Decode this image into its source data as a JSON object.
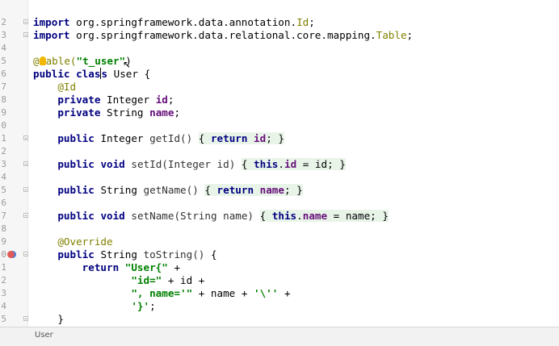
{
  "editor": {
    "line_numbers": [
      "2",
      "3",
      "4",
      "5",
      "6",
      "7",
      "8",
      "9",
      "0",
      "1",
      "2",
      "3",
      "4",
      "5",
      "6",
      "7",
      "8",
      "9",
      "0",
      "1",
      "2",
      "3",
      "4",
      "5",
      "6"
    ],
    "import1": {
      "kw": "import",
      "path": "org.springframework.data.annotation.",
      "last": "Id"
    },
    "import2": {
      "kw": "import",
      "path": "org.springframework.data.relational.core.mapping.",
      "last": "Table"
    },
    "table_anno": {
      "at": "@",
      "rest": "able(",
      "value": "\"t_user\"",
      "close": ")"
    },
    "class_decl": {
      "kw1": "public",
      "kw2": "clas",
      "kw2b": "s",
      "name": "User",
      "brace": "{"
    },
    "id_anno": "@Id",
    "field_id": {
      "kw": "private",
      "type": "Integer",
      "name": "id"
    },
    "field_name": {
      "kw": "private",
      "type": "String",
      "name": "name"
    },
    "get_id": {
      "kw": "public",
      "type": "Integer",
      "method": "getId()",
      "body_kw": "return",
      "field": "id"
    },
    "set_id": {
      "kw1": "public",
      "kw2": "void",
      "method": "setId(Integer id)",
      "this": "this",
      "field": "id",
      "rhs": "= id;"
    },
    "get_name": {
      "kw": "public",
      "type": "String",
      "method": "getName()",
      "body_kw": "return",
      "field": "name"
    },
    "set_name": {
      "kw1": "public",
      "kw2": "void",
      "method": "setName(String name)",
      "this": "this",
      "field": "name",
      "rhs": "= name;"
    },
    "override": "@Override",
    "to_string": {
      "kw": "public",
      "type": "String",
      "method": "toString()",
      "brace": "{"
    },
    "ret1": {
      "kw": "return",
      "str": "\"User{\"",
      "op": "+"
    },
    "ret2": {
      "str": "\"id=\"",
      "op": "+ id +"
    },
    "ret3": {
      "str": "\", name='\"",
      "op1": "+ name +",
      "str2": "'\\''",
      "op2": "+"
    },
    "ret4": {
      "str": "'}'",
      "end": ";"
    },
    "close_method": "}",
    "close_class": "}"
  },
  "statusbar": {
    "breadcrumb": "User"
  }
}
